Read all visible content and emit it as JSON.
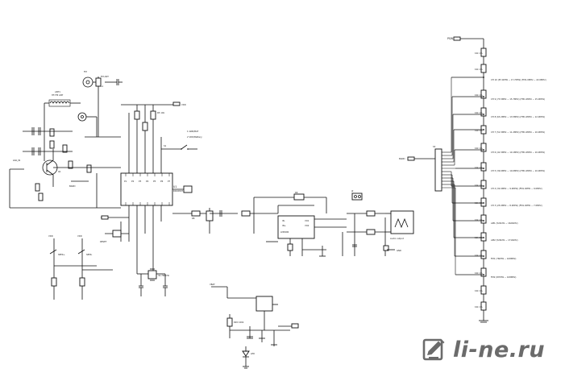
{
  "schematic": {
    "top_right_label": "PSW",
    "antenna_label": "ANT1",
    "antenna_sub": "HF-FM ANT",
    "ic_main_label": "U1",
    "ic_main_name": "RDA5807",
    "ic_amp_name": "LM4990",
    "audio_output_label": "Audio output",
    "crystal_label": "32.768kHz",
    "power_switch_labels": [
      "1  GND/BAT",
      "2  VDD/Battery"
    ],
    "rail_3v3": "VDD",
    "channel_buttons": [
      "CH 10  (87.4MHz ~ 17.7MHz) (FM1.0MHz ~ 22.0MHz)",
      "CH 9  (73.5MHz ~ 15.7MHz) (FM1.0MHz ~ 15.0MHz)",
      "CH 8  (63.2MHz ~ 13.5MHz) (FM1.0MHz ~ 12.0MHz)",
      "CH 7  (51.5MHz ~ 11.2MHz) (FM1.0MHz ~ 10.0MHz)",
      "CH 6  (41.5MHz ~ 10.1MHz) (FM1.0MHz ~ 10.0MHz)",
      "CH 5  (39.0MHz ~ 10.0MHz) (FM1.0MHz ~ 10.0MHz)",
      "CH 4  (32.0MHz ~ 9.0MHz) (FM1.0MHz ~ 9.0MHz)",
      "CH 3  (25.0MHz ~ 8.0MHz) (FM1.0MHz ~ 7.0MHz)",
      "AM1  (522kHz ~ 1620kHz)",
      "AM2  (520kHz ~ 1710kHz)",
      "FM1  (76MHz ~ 108MHz)",
      "FM2  (87MHz ~ 108MHz)"
    ],
    "band_connector": "BAND",
    "resistor_value": "10k 1%",
    "led_label": "LED"
  },
  "watermark": {
    "text": "li-ne.ru",
    "icon": "pen-in-frame-icon",
    "color": "#6b6b6b"
  }
}
